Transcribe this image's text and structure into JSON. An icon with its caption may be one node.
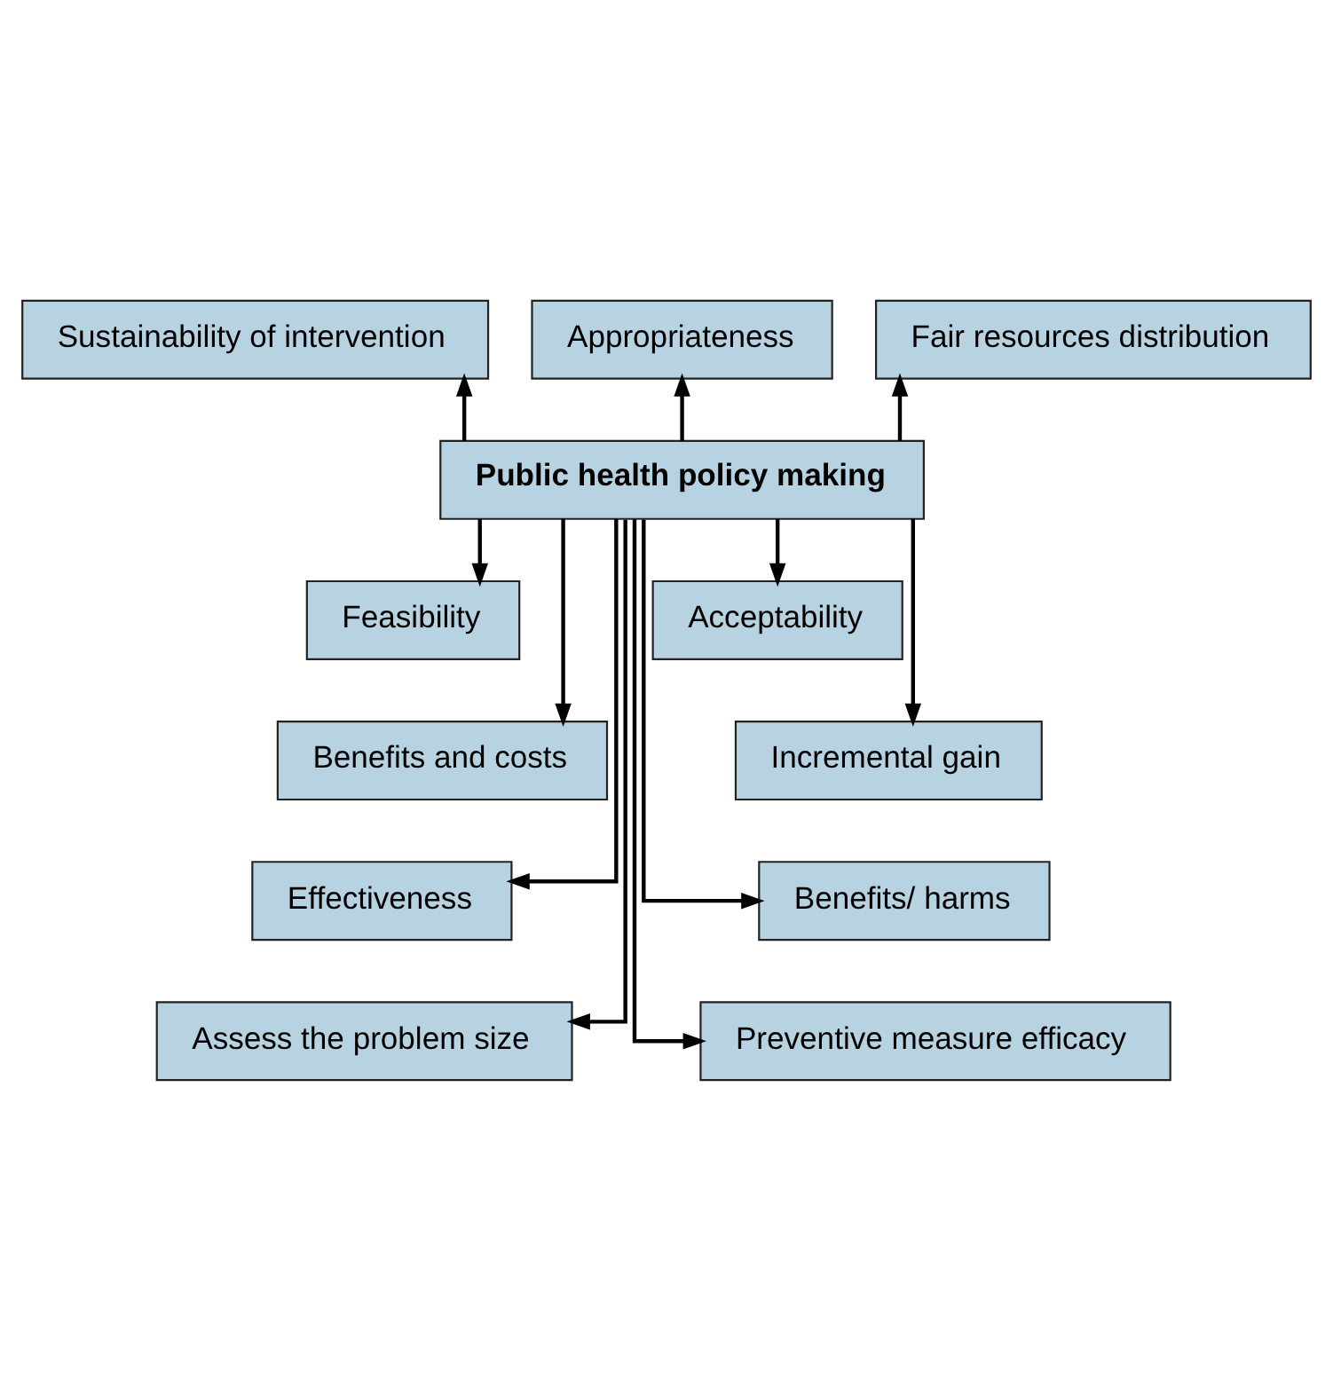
{
  "diagram": {
    "nodes": [
      {
        "text": [
          "Sustainability of intervention"
        ]
      },
      {
        "text": [
          "Appropriateness"
        ]
      },
      {
        "text": [
          "Fair resources distribution"
        ]
      },
      {
        "text": [
          "Public health policy making"
        ]
      },
      {
        "text": [
          "Feasibility"
        ]
      },
      {
        "text": [
          "Acceptability"
        ]
      },
      {
        "text": [
          "Benefits and costs"
        ]
      },
      {
        "text": [
          "Incremental gain"
        ]
      },
      {
        "text": [
          "Effectiveness"
        ]
      },
      {
        "text": [
          "Benefits/ harms"
        ]
      },
      {
        "text": [
          "Assess the problem size"
        ]
      },
      {
        "text": [
          "Preventive measure efficacy"
        ]
      }
    ],
    "edges": [
      {
        "from": 3,
        "to": 0,
        "arrow": "to"
      },
      {
        "from": 3,
        "to": 1,
        "arrow": "to"
      },
      {
        "from": 3,
        "to": 2,
        "arrow": "to"
      },
      {
        "from": 3,
        "to": 4,
        "arrow": "to"
      },
      {
        "from": 3,
        "to": 6,
        "arrow": "to"
      },
      {
        "from": 3,
        "to": 8,
        "arrow": "to"
      },
      {
        "from": 3,
        "to": 10,
        "arrow": "to"
      },
      {
        "from": 3,
        "to": 11,
        "arrow": "to"
      },
      {
        "from": 3,
        "to": 9,
        "arrow": "to"
      },
      {
        "from": 3,
        "to": 7,
        "arrow": "to"
      },
      {
        "from": 3,
        "to": 5,
        "arrow": "to"
      }
    ]
  }
}
